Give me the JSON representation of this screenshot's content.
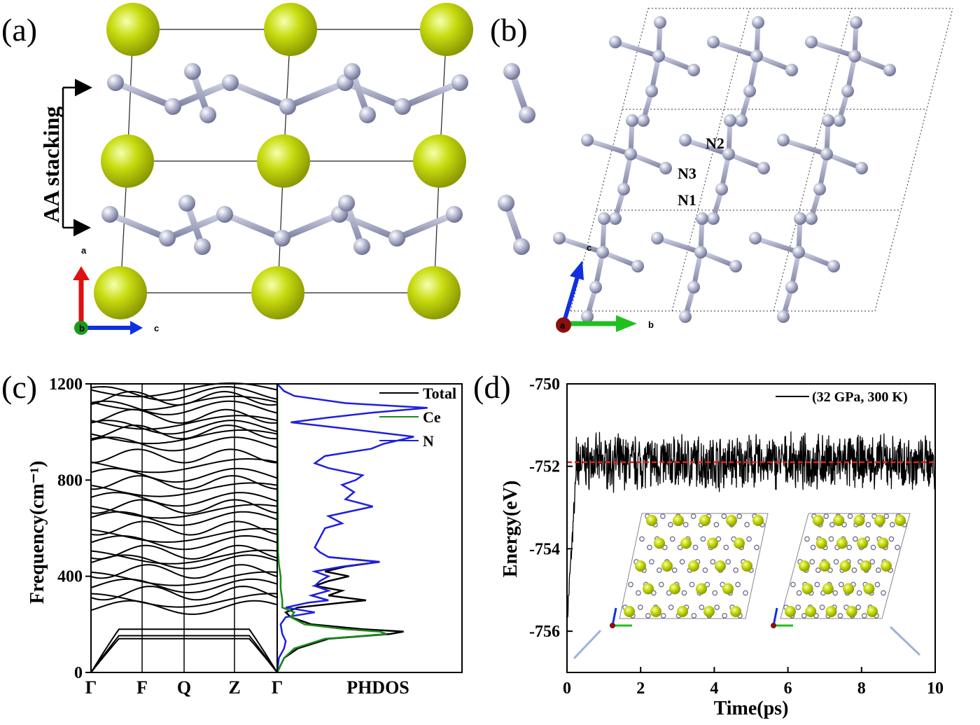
{
  "panel_labels": [
    "(a)",
    "(b)",
    "(c)",
    "(d)"
  ],
  "panel_a": {
    "stacking_label": "AA stacking",
    "axis_labels": {
      "up": "a",
      "right": "c",
      "out": "b"
    }
  },
  "panel_b": {
    "site_labels": [
      "N2",
      "N3",
      "N1"
    ],
    "axis_labels": {
      "up": "c",
      "right": "b",
      "out": "a"
    }
  },
  "chart_data": [
    {
      "type": "line",
      "panel": "c",
      "ylabel": "Frequency(cm⁻¹)",
      "ylim": [
        0,
        1200
      ],
      "yticks": [
        0,
        400,
        800,
        1200
      ],
      "xticks": [
        "Γ",
        "F",
        "Q",
        "Z",
        "Γ"
      ],
      "dos_label": "PHDOS",
      "legend": [
        "Total",
        "Ce",
        "N"
      ],
      "colors": {
        "Total": "#000000",
        "Ce": "#1a8a1a",
        "N": "#1f1fe0"
      },
      "dos_N": [
        [
          0,
          0
        ],
        [
          60,
          0.01
        ],
        [
          100,
          0.04
        ],
        [
          130,
          0.05
        ],
        [
          160,
          0.03
        ],
        [
          200,
          0.02
        ],
        [
          230,
          0.05
        ],
        [
          250,
          0.22
        ],
        [
          270,
          0.05
        ],
        [
          290,
          0.18
        ],
        [
          300,
          0.3
        ],
        [
          320,
          0.2
        ],
        [
          340,
          0.3
        ],
        [
          360,
          0.22
        ],
        [
          380,
          0.25
        ],
        [
          400,
          0.3
        ],
        [
          420,
          0.22
        ],
        [
          440,
          0.38
        ],
        [
          460,
          0.6
        ],
        [
          480,
          0.3
        ],
        [
          500,
          0.25
        ],
        [
          520,
          0.22
        ],
        [
          560,
          0.25
        ],
        [
          600,
          0.28
        ],
        [
          620,
          0.38
        ],
        [
          650,
          0.3
        ],
        [
          690,
          0.56
        ],
        [
          720,
          0.4
        ],
        [
          750,
          0.45
        ],
        [
          780,
          0.38
        ],
        [
          800,
          0.46
        ],
        [
          820,
          0.5
        ],
        [
          850,
          0.3
        ],
        [
          870,
          0.22
        ],
        [
          900,
          0.28
        ],
        [
          930,
          0.55
        ],
        [
          950,
          0.62
        ],
        [
          980,
          0.8
        ],
        [
          1010,
          0.45
        ],
        [
          1040,
          0.08
        ],
        [
          1060,
          0.3
        ],
        [
          1080,
          0.55
        ],
        [
          1100,
          0.88
        ],
        [
          1120,
          0.4
        ],
        [
          1150,
          0.1
        ],
        [
          1170,
          0.04
        ],
        [
          1200,
          0.0
        ]
      ],
      "dos_Total": [
        [
          0,
          0
        ],
        [
          60,
          0.04
        ],
        [
          100,
          0.12
        ],
        [
          140,
          0.3
        ],
        [
          160,
          0.66
        ],
        [
          170,
          0.74
        ],
        [
          180,
          0.5
        ],
        [
          200,
          0.2
        ],
        [
          230,
          0.08
        ],
        [
          250,
          0.05
        ],
        [
          270,
          0.12
        ],
        [
          290,
          0.38
        ],
        [
          300,
          0.52
        ],
        [
          320,
          0.3
        ],
        [
          340,
          0.38
        ],
        [
          360,
          0.22
        ],
        [
          380,
          0.3
        ],
        [
          400,
          0.42
        ],
        [
          420,
          0.28
        ],
        [
          440,
          0.4
        ],
        [
          460,
          0.6
        ],
        [
          480,
          0.3
        ]
      ],
      "dos_Ce": [
        [
          0,
          0
        ],
        [
          60,
          0.04
        ],
        [
          100,
          0.1
        ],
        [
          140,
          0.28
        ],
        [
          160,
          0.64
        ],
        [
          170,
          0.6
        ],
        [
          180,
          0.4
        ],
        [
          200,
          0.16
        ],
        [
          230,
          0.08
        ],
        [
          250,
          0.1
        ],
        [
          270,
          0.03
        ],
        [
          300,
          0.03
        ],
        [
          350,
          0.02
        ],
        [
          400,
          0.02
        ],
        [
          450,
          0.01
        ],
        [
          500,
          0.005
        ],
        [
          1200,
          0.0
        ]
      ]
    },
    {
      "type": "line",
      "panel": "d",
      "xlabel": "Time(ps)",
      "ylabel": "Energy(eV)",
      "xlim": [
        0,
        10
      ],
      "ylim": [
        -757,
        -750
      ],
      "xticks": [
        0,
        2,
        4,
        6,
        8,
        10
      ],
      "yticks": [
        -756,
        -754,
        -752,
        -750
      ],
      "mean": -751.9,
      "series": [
        {
          "name": "(32 GPa, 300 K)",
          "color": "#000000"
        }
      ],
      "mean_line_color": "#e02020"
    }
  ]
}
